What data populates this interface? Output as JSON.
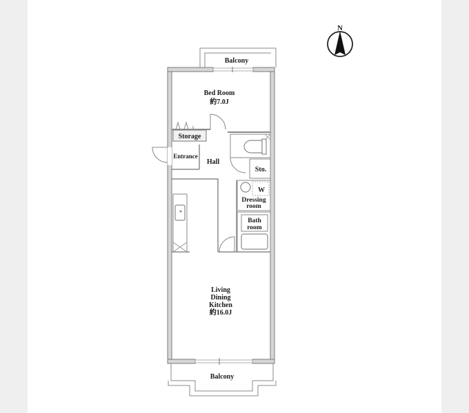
{
  "floor_plan": {
    "compass": {
      "label": "N",
      "icon": "north-arrow-icon"
    },
    "rooms": {
      "balcony_north": {
        "label": "Balcony"
      },
      "bedroom": {
        "label": "Bed Room",
        "area": "約7.0J"
      },
      "storage": {
        "label": "Storage"
      },
      "entrance": {
        "label": "Entrance"
      },
      "hall": {
        "label": "Hall"
      },
      "sto": {
        "label": "Sto."
      },
      "washer": {
        "label": "W"
      },
      "dressing_room": {
        "line1": "Dressing",
        "line2": "room"
      },
      "bath_room": {
        "line1": "Bath",
        "line2": "room"
      },
      "ldk": {
        "line1": "Living",
        "line2": "Dining",
        "line3": "Kitchen",
        "area": "約16.0J"
      },
      "balcony_south": {
        "label": "Balcony"
      }
    },
    "colors": {
      "page_bg": "#efefef",
      "sheet_bg": "#ffffff",
      "wall": "#d6d6d6",
      "line": "#8a8a8a",
      "text": "#1a1a1a"
    }
  }
}
